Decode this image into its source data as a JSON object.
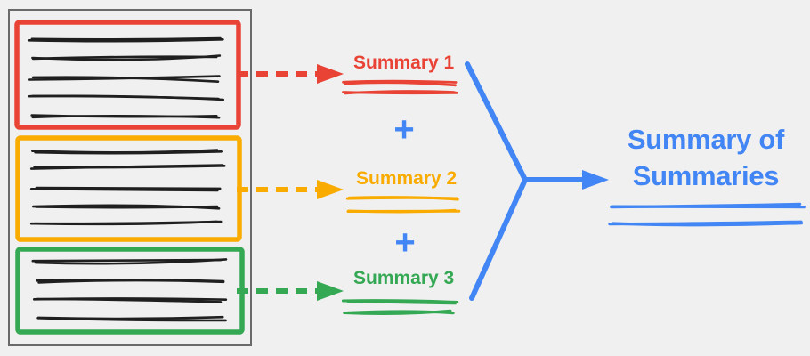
{
  "colors": {
    "background": "#F0F0F0",
    "document_border": "#6A6A6A",
    "ink": "#1F1F1F",
    "red": "#E94335",
    "yellow": "#F9AB00",
    "green": "#34A853",
    "blue": "#4285F4"
  },
  "document": {
    "sections": [
      {
        "box_color": "#E94335",
        "text_line_count": 5
      },
      {
        "box_color": "#F9AB00",
        "text_line_count": 5
      },
      {
        "box_color": "#34A853",
        "text_line_count": 4
      }
    ]
  },
  "summaries": [
    {
      "label": "Summary 1",
      "color": "#E94335"
    },
    {
      "label": "Summary 2",
      "color": "#F9AB00"
    },
    {
      "label": "Summary 3",
      "color": "#34A853"
    }
  ],
  "operators": {
    "plus": "+"
  },
  "result": {
    "title": "Summary of Summaries",
    "color": "#4285F4"
  }
}
